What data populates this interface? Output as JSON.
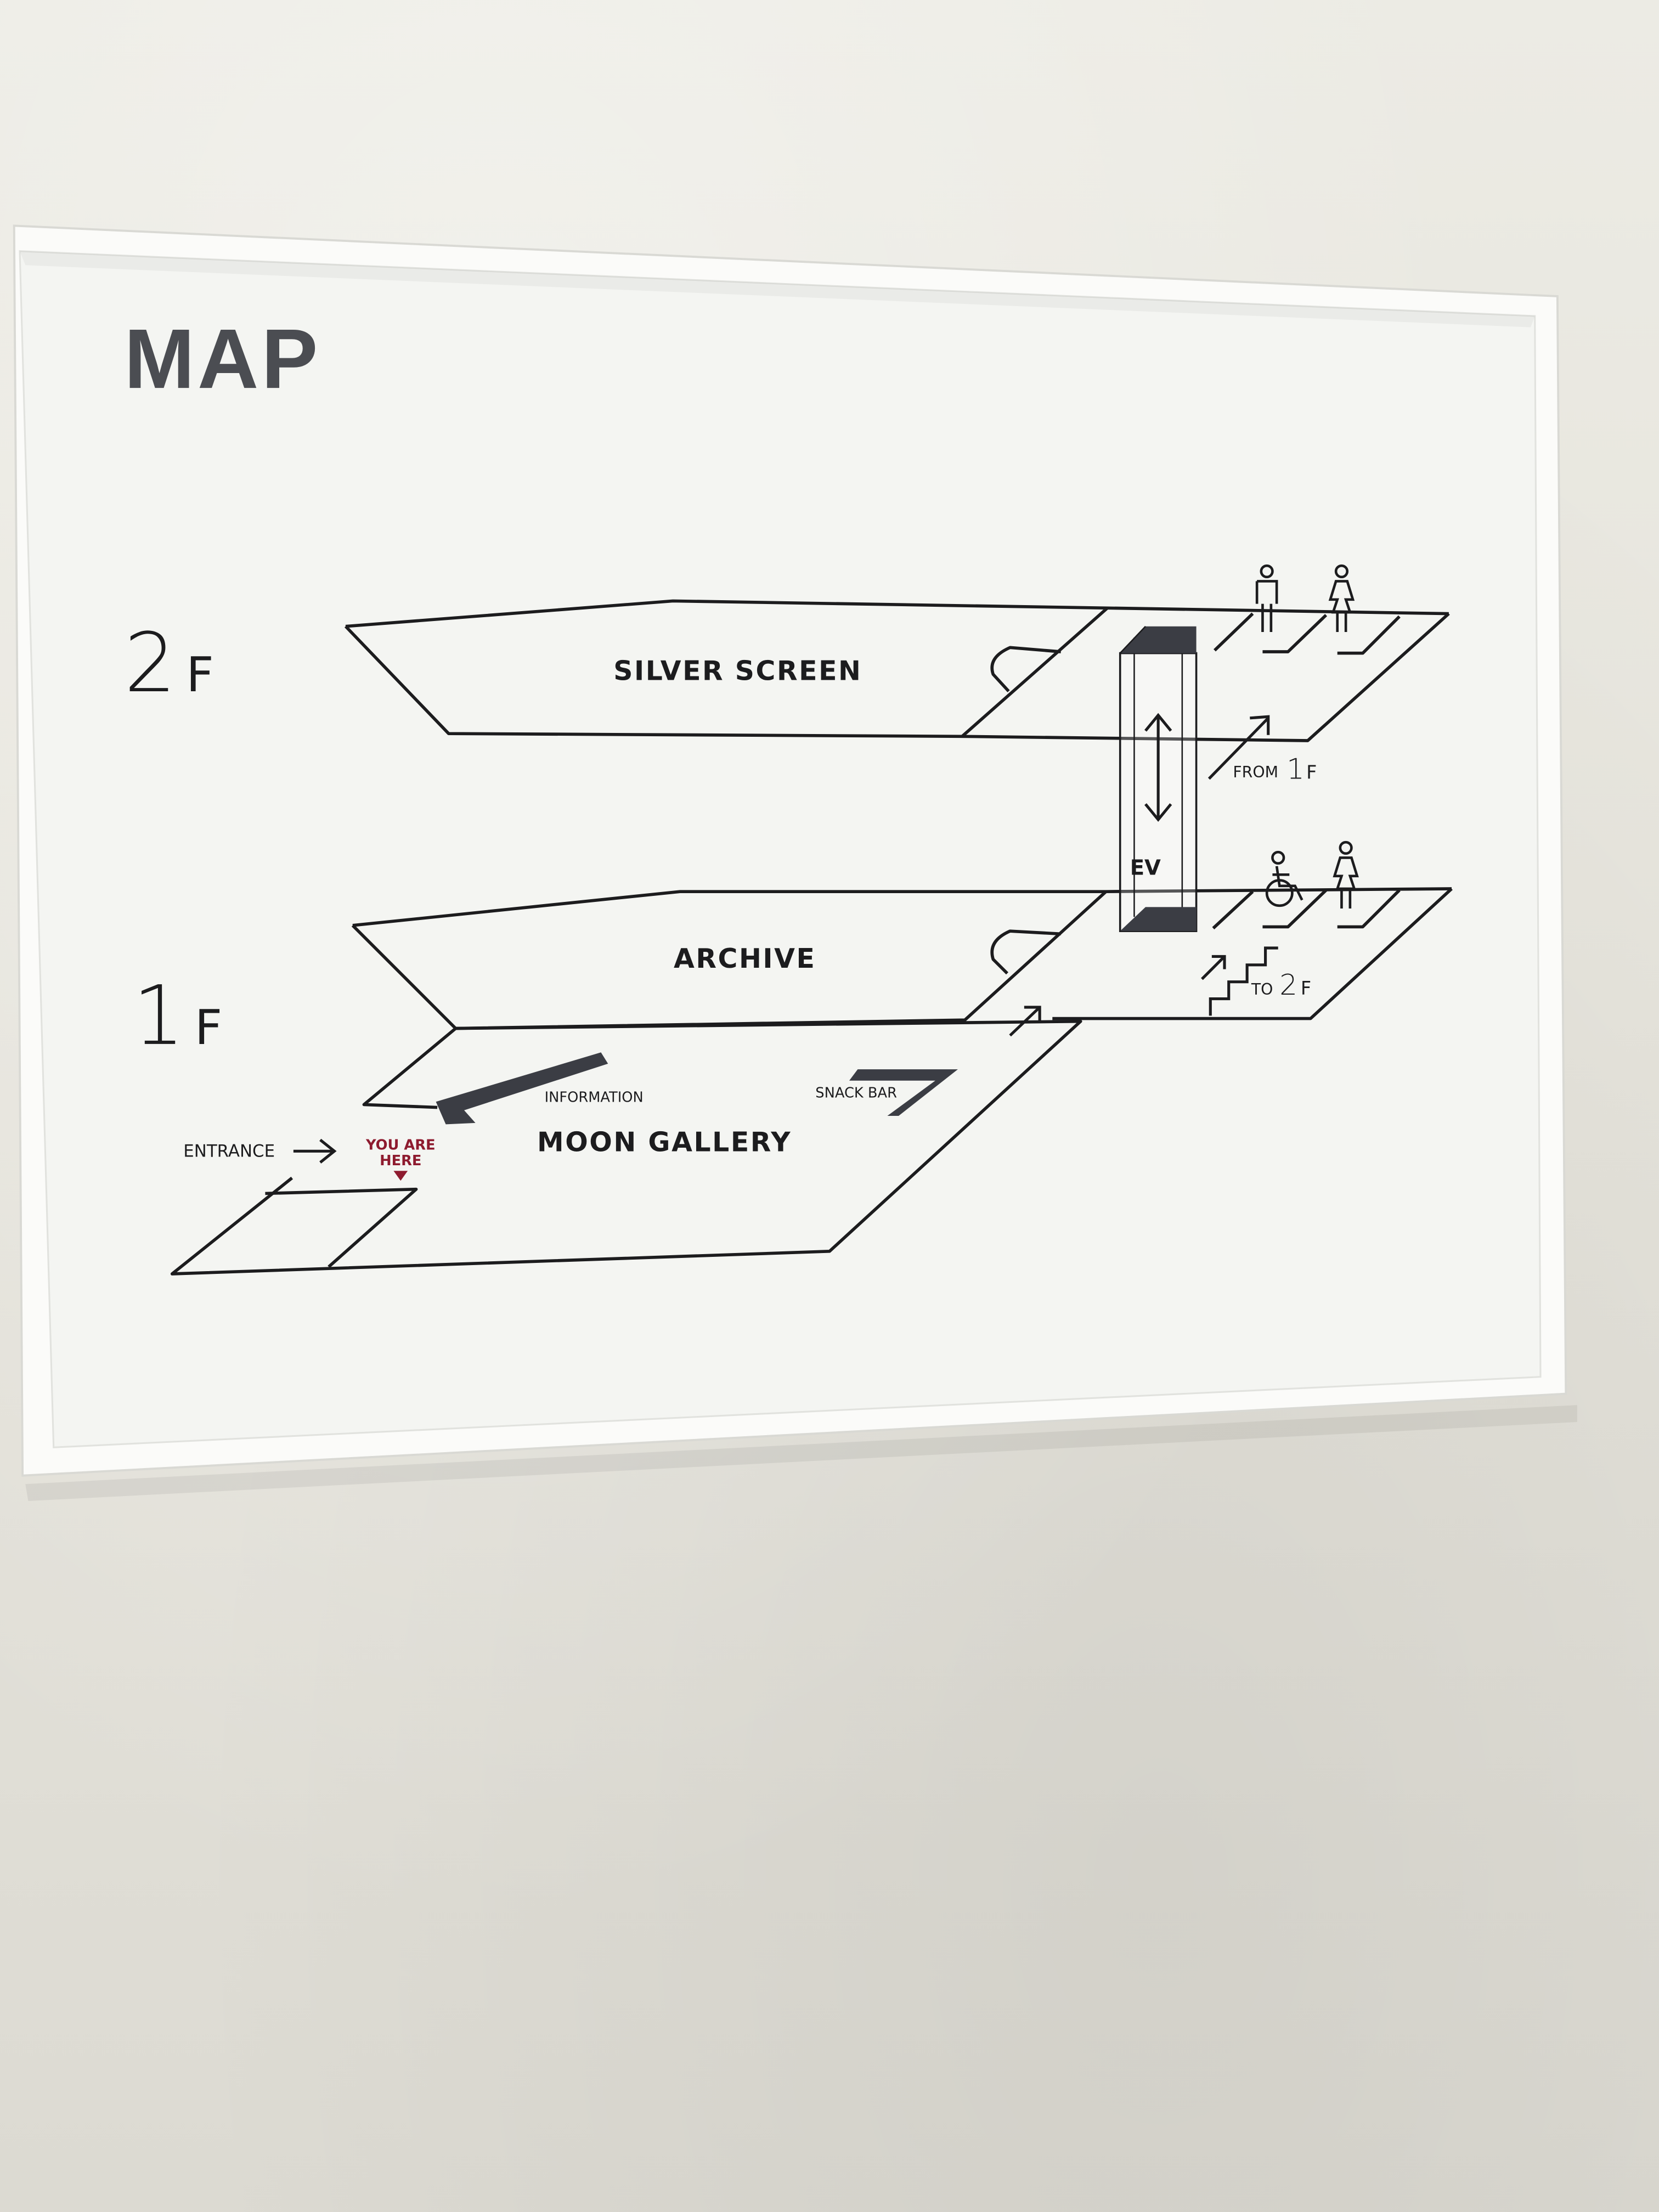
{
  "sign": {
    "title": "MAP",
    "floor_2": {
      "number": "2",
      "suffix": "F"
    },
    "floor_1": {
      "number": "1",
      "suffix": "F"
    },
    "rooms": {
      "silver_screen": "SILVER SCREEN",
      "archive": "ARCHIVE",
      "moon_gallery": "MOON GALLERY"
    },
    "labels": {
      "information": "INFORMATION",
      "snack_bar": "SNACK BAR",
      "entrance": "ENTRANCE",
      "you_are_here_line1": "YOU ARE",
      "you_are_here_line2": "HERE",
      "elevator": "EV",
      "from_prefix": "FROM",
      "from_number": "1",
      "from_suffix": "F",
      "to_prefix": "TO",
      "to_number": "2",
      "to_suffix": "F"
    },
    "icons": {
      "restroom_male": "man-icon",
      "restroom_female": "woman-icon",
      "restroom_accessible": "wheelchair-icon",
      "stairs": "stairs-icon",
      "elevator": "elevator-icon"
    },
    "colors": {
      "line": "#1c1c1e",
      "title": "#4b4d52",
      "accent_red": "#8e1b2f",
      "fill_dark": "#3b3d44",
      "panel": "#f4f5f2",
      "frame": "#fbfbf9"
    }
  }
}
